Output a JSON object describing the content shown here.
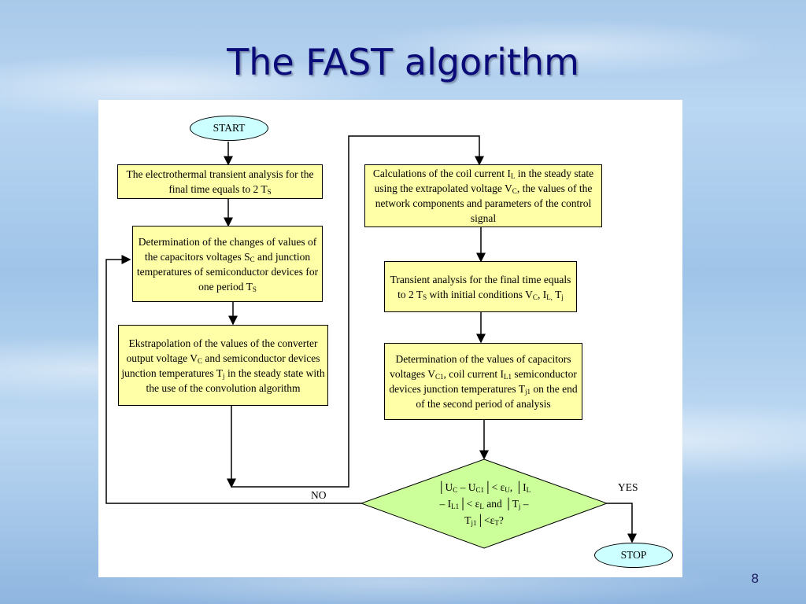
{
  "slide": {
    "title": "The FAST algorithm",
    "page_number": "8"
  },
  "flow": {
    "start": "START",
    "stop": "STOP",
    "no_label": "NO",
    "yes_label": "YES",
    "box1": {
      "text": "The electrothermal transient analysis for the final time equals to 2 T",
      "sub": "S"
    },
    "box2": {
      "line1": "Determination of the changes of values of the capacitors voltages S",
      "sub1": "C",
      "line2": " and junction temperatures of semiconductor devices for one period T",
      "sub2": "S"
    },
    "box3": {
      "part1": "Ekstrapolation of the values of the converter output voltage V",
      "sub1": "C",
      "part2": " and semiconductor devices junction temperatures T",
      "sub2": "j",
      "part3": " in the steady state with the use of the convolution algorithm"
    },
    "box4": {
      "part1": "Calculations of the coil current I",
      "sub1": "L",
      "part2": " in the steady state using the extrapolated voltage V",
      "sub2": "C",
      "part3": ", the values of the network components and parameters of the control signal"
    },
    "box5": {
      "part1": "Transient analysis for the final time equals to 2 T",
      "sub1": "S",
      "part2": " with initial conditions V",
      "sub2": "C",
      "part3": ", I",
      "sub3": "L,",
      "part4": " T",
      "sub4": "j"
    },
    "box6": {
      "part1": "Determination of the values of capacitors voltages V",
      "sub1": "C1",
      "part2": ", coil current I",
      "sub2": "L1",
      "part3": " semiconductor devices junction temperatures T",
      "sub3": "j1",
      "part4": " on the end of the second period of analysis"
    },
    "decision": {
      "l1a": "│U",
      "l1s1": "C",
      "l1b": " – U",
      "l1s2": "C1",
      "l1c": "│< ε",
      "l1s3": "U",
      "l1d": ", │I",
      "l1s4": "L",
      "l2a": "– I",
      "l2s1": "L1",
      "l2b": "│< ε",
      "l2s2": "L",
      "l2c": " and │T",
      "l2s3": "j",
      "l2d": " –",
      "l3a": "T",
      "l3s1": "j1",
      "l3b": "│<ε",
      "l3s2": "T",
      "l3c": "?"
    }
  }
}
